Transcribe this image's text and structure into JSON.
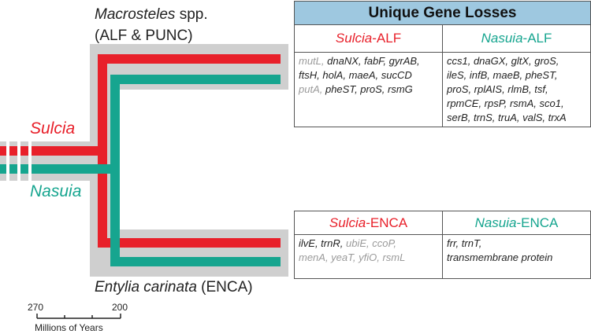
{
  "hosts": {
    "alf": {
      "genus": "Macrosteles",
      "rest": " spp.",
      "line2": "(ALF & PUNC)"
    },
    "enca": {
      "genus": "Entylia carinata",
      "rest": " (ENCA)"
    }
  },
  "symbionts": {
    "sulcia": "Sulcia",
    "nasuia": "Nasuia"
  },
  "colors": {
    "sulcia": "#e8202a",
    "nasuia": "#16a58f",
    "branch_bg": "#cfcfcf",
    "header_bg": "#9ec8e0"
  },
  "table_title": "Unique Gene Losses",
  "alf_table": {
    "sulcia_head": {
      "genus": "Sulcia",
      "suffix": "-ALF"
    },
    "nasuia_head": {
      "genus": "Nasuia",
      "suffix": "-ALF"
    },
    "sulcia_lines": [
      [
        {
          "t": "mutL, ",
          "g": true
        },
        {
          "t": "dnaNX, fabF, gyrAB,",
          "g": false
        }
      ],
      [
        {
          "t": "ftsH, holA, maeA, sucCD",
          "g": false
        }
      ],
      [
        {
          "t": "putA, ",
          "g": true
        },
        {
          "t": " pheST, proS, rsmG",
          "g": false
        }
      ]
    ],
    "nasuia_lines": [
      [
        {
          "t": "ccs1, dnaGX, gltX, groS,",
          "g": false
        }
      ],
      [
        {
          "t": "ileS, infB, maeB, pheST,",
          "g": false
        }
      ],
      [
        {
          "t": "proS, rplAIS, rlmB, tsf,",
          "g": false
        }
      ],
      [
        {
          "t": "rpmCE, rpsP, rsmA, sco1,",
          "g": false
        }
      ],
      [
        {
          "t": "serB, trnS, truA, valS, trxA",
          "g": false
        }
      ]
    ]
  },
  "enca_table": {
    "sulcia_head": {
      "genus": "Sulcia",
      "suffix": "-ENCA"
    },
    "nasuia_head": {
      "genus": "Nasuia",
      "suffix": "-ENCA"
    },
    "sulcia_lines": [
      [
        {
          "t": "ilvE, trnR, ",
          "g": false
        },
        {
          "t": "ubiE, ccoP,",
          "g": true
        }
      ],
      [
        {
          "t": "menA, yeaT, yfiO, rsmL",
          "g": true
        }
      ]
    ],
    "nasuia_lines": [
      [
        {
          "t": "frr, trnT,",
          "g": false
        }
      ],
      [
        {
          "t": "transmembrane protein",
          "g": false
        }
      ]
    ]
  },
  "scale": {
    "left": "270",
    "right": "200",
    "unit": "Millions of Years"
  }
}
